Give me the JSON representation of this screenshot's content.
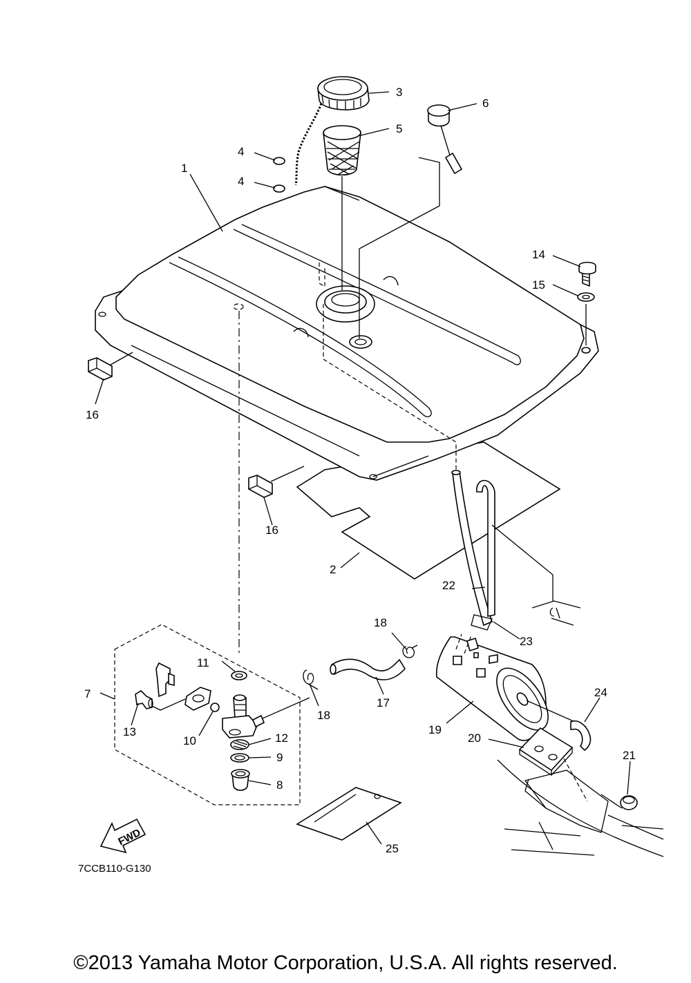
{
  "diagram_code": "7CCB110-G130",
  "fwd_label": "FWD",
  "copyright": "©2013 Yamaha Motor Corporation, U.S.A. All rights reserved.",
  "callouts": {
    "c1": "1",
    "c2": "2",
    "c3": "3",
    "c4a": "4",
    "c4b": "4",
    "c5": "5",
    "c6": "6",
    "c7": "7",
    "c8": "8",
    "c9": "9",
    "c10": "10",
    "c11": "11",
    "c12": "12",
    "c13": "13",
    "c14": "14",
    "c15": "15",
    "c16a": "16",
    "c16b": "16",
    "c17": "17",
    "c18a": "18",
    "c18b": "18",
    "c19": "19",
    "c20": "20",
    "c21": "21",
    "c22": "22",
    "c23": "23",
    "c24": "24",
    "c25": "25"
  }
}
